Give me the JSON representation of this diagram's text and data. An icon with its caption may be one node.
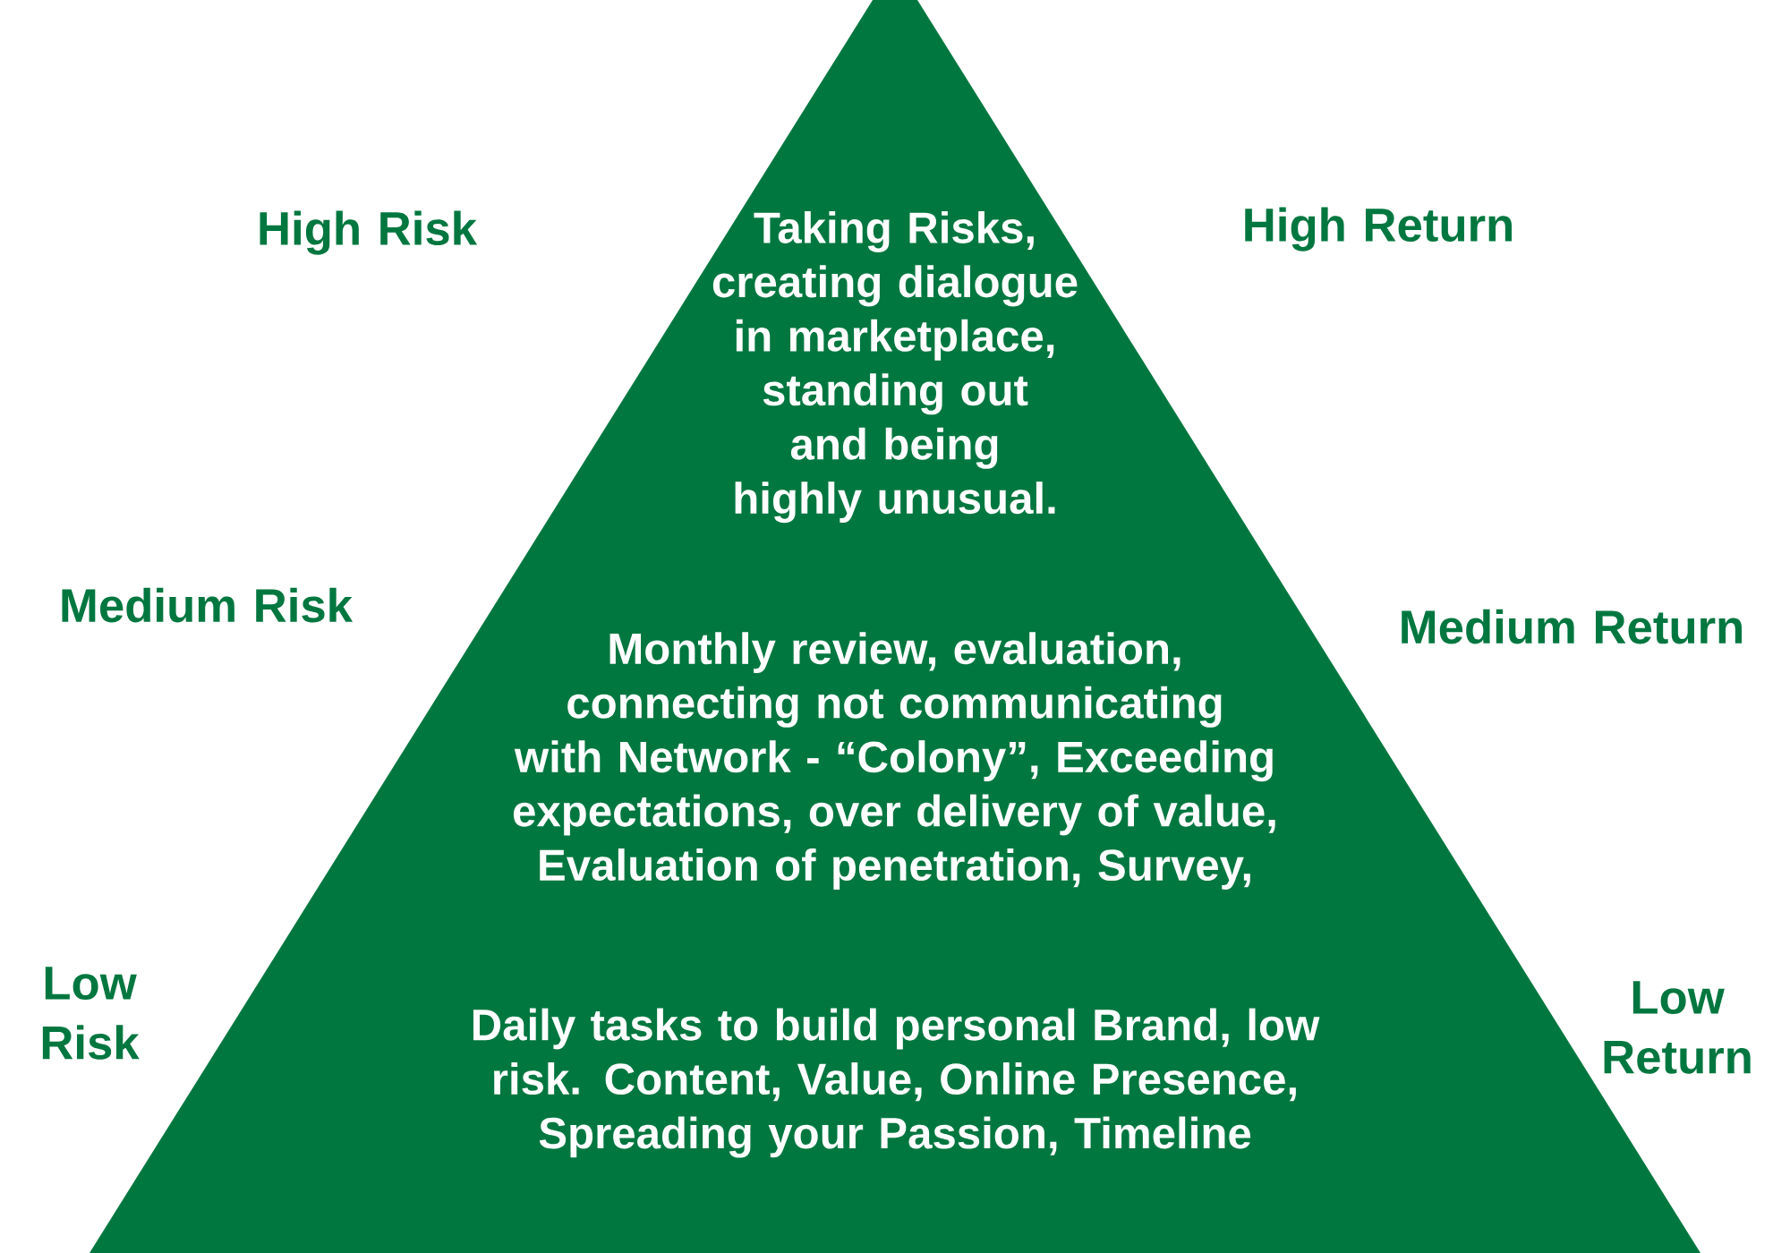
{
  "diagram": {
    "nodes": [
      {
        "text": [
          "Taking Risks, creating dialogue in marketplace, standing out and being highly unusual.",
          "Monthly review, evaluation, connecting not communicating with Network - “Colony”, Exceeding expectations, over delivery of value, Evaluation of penetration, Survey,",
          "Daily tasks to build personal Brand, low risk.  Content, Value, Online Presence, Spreading your Passion, Timeline"
        ]
      }
    ],
    "edges": [],
    "labels": [
      "High Risk",
      "High Return",
      "Medium Risk",
      "Medium Return",
      "Low Risk",
      "Low Return"
    ]
  }
}
